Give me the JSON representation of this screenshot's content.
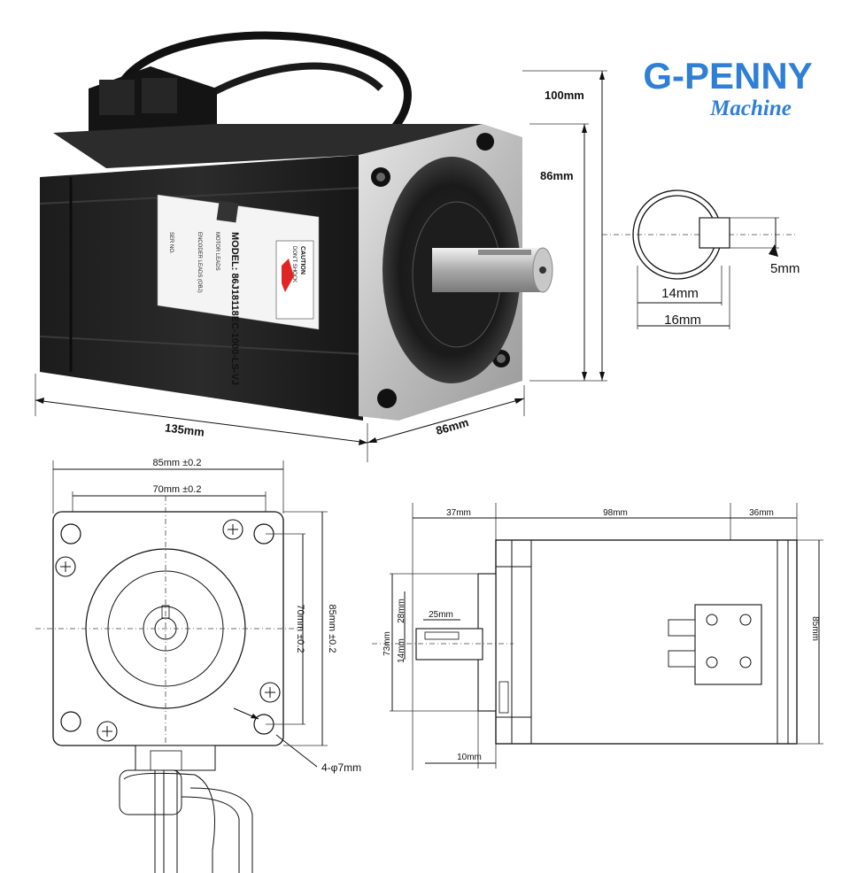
{
  "brand": {
    "name": "G-PENNY",
    "sub": "Machine",
    "color_primary": "#2f7fd6",
    "color_sub": "#2f7fd6"
  },
  "photo": {
    "label_model": "MODEL: 86J18118EC-1000-LS-VJ",
    "label_lines": [
      "MOTOR LEADS",
      "ENCODER LEADS (OBJ)",
      "SER NO."
    ],
    "caution_text": "CAUTION",
    "caution_sub": "DON'T SHOCK",
    "dim_length": "135mm",
    "dim_width": "86mm",
    "dim_height_total": "100mm",
    "dim_height_flange": "86mm"
  },
  "shaft_section": {
    "key_depth": "5mm",
    "flat": "14mm",
    "diameter": "16mm"
  },
  "front_view": {
    "outer_width": "85mm  ±0.2",
    "bolt_spacing_h": "70mm  ±0.2",
    "bolt_spacing_v": "70mm  ±0.2",
    "outer_height": "85mm  ±0.2",
    "hole_label": "4-φ7mm"
  },
  "side_view": {
    "shaft_length": "37mm",
    "body_length": "98mm",
    "encoder_length": "36mm",
    "body_height": "85mm",
    "key_length": "25mm",
    "boss_dia": "73mm",
    "shaft_dia": "14mm",
    "key_offset": "28mm",
    "boss_depth": "10mm"
  }
}
